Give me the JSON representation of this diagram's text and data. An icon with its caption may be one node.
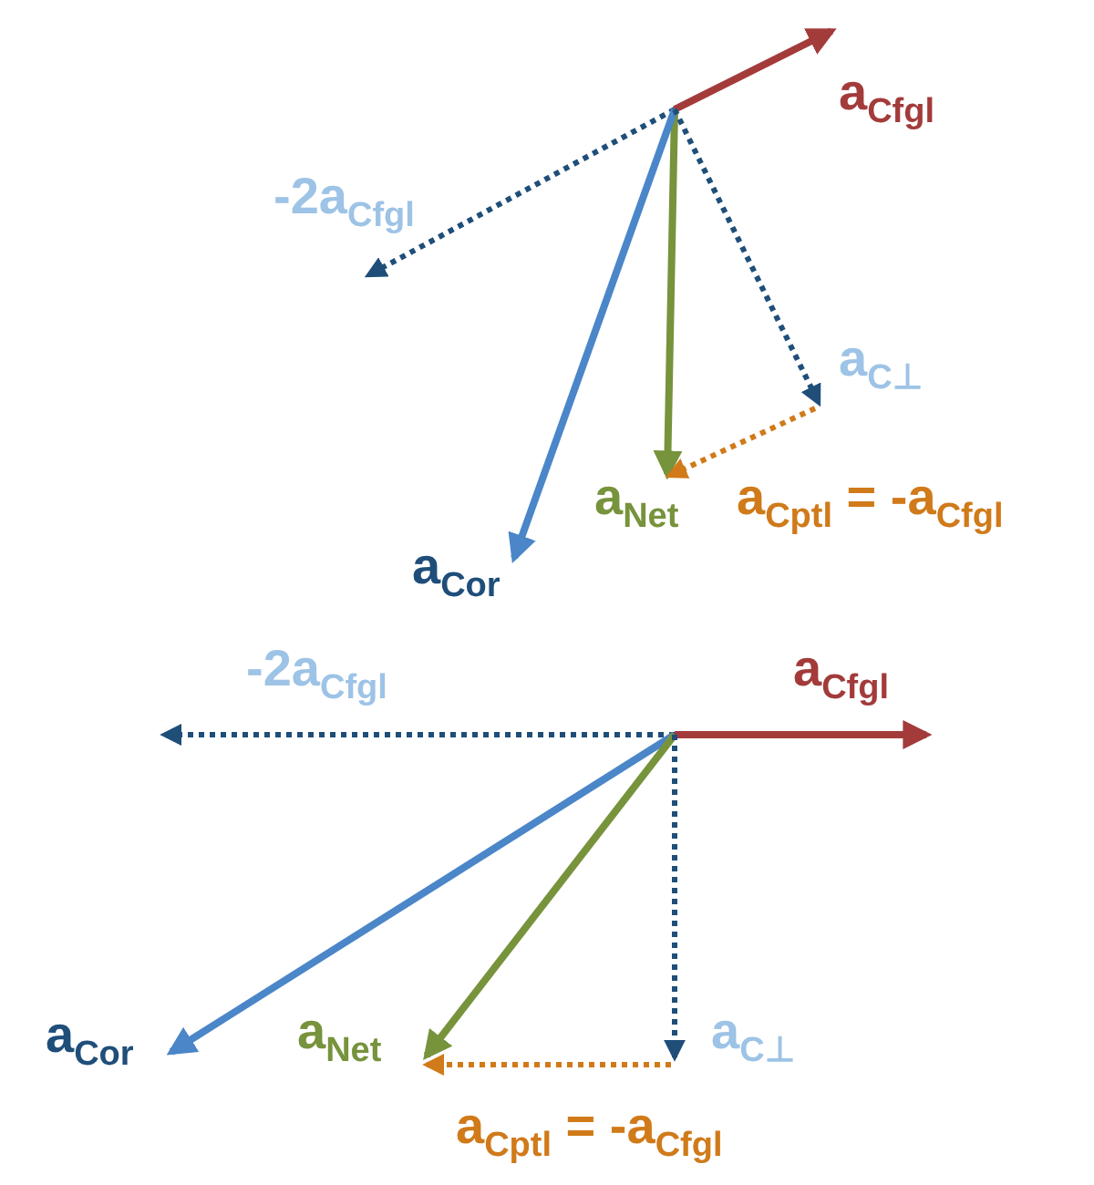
{
  "diagram": {
    "labels": [
      "a$_{Cfgl}$",
      "-2a$_{Cfgl}$",
      "a$_{C⊥}$",
      "a$_{Net}$",
      "a$_{Cptl}$ = -a$_{Cfgl}$",
      "a$_{Cor}$",
      "-2a$_{Cfgl}$",
      "a$_{Cfgl}$",
      "a$_{Cor}$",
      "a$_{Net}$",
      "a$_{C⊥}$",
      "a$_{Cptl}$ = -a$_{Cfgl}$"
    ]
  }
}
